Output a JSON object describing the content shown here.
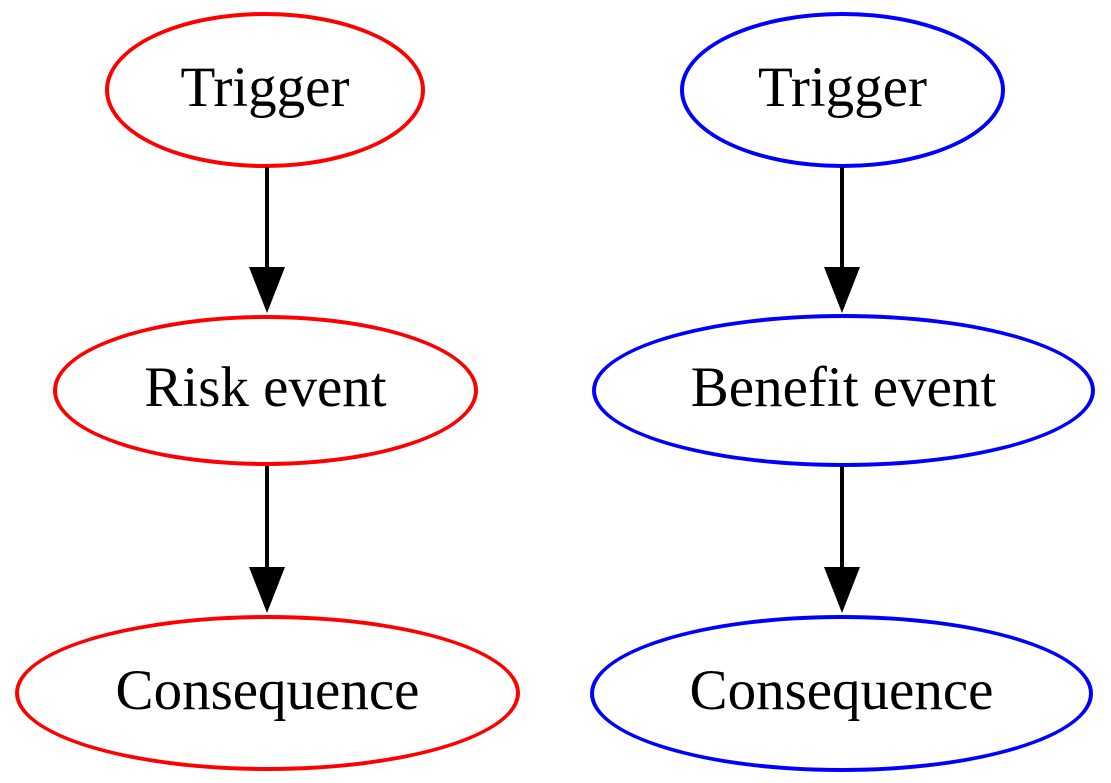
{
  "diagram": {
    "background_color": "#ffffff",
    "text_color": "#000000",
    "arrow_color": "#000000",
    "chains": [
      {
        "name": "risk-chain",
        "outline_color": "#ff0000",
        "nodes": [
          {
            "label": "Trigger"
          },
          {
            "label": "Risk event"
          },
          {
            "label": "Consequence"
          }
        ],
        "edges": [
          {
            "from": "Trigger",
            "to": "Risk event"
          },
          {
            "from": "Risk event",
            "to": "Consequence"
          }
        ]
      },
      {
        "name": "benefit-chain",
        "outline_color": "#0000ff",
        "nodes": [
          {
            "label": "Trigger"
          },
          {
            "label": "Benefit event"
          },
          {
            "label": "Consequence"
          }
        ],
        "edges": [
          {
            "from": "Trigger",
            "to": "Benefit event"
          },
          {
            "from": "Benefit event",
            "to": "Consequence"
          }
        ]
      }
    ]
  }
}
